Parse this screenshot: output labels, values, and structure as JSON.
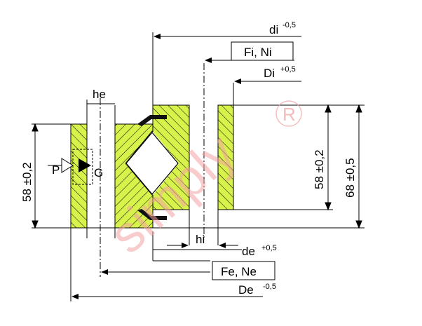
{
  "labels": {
    "di": "di",
    "di_tol": "-0,5",
    "fi_ni": "Fi, Ni",
    "Di": "Di",
    "Di_tol": "+0,5",
    "he": "he",
    "hi": "hi",
    "de": "de",
    "de_tol": "+0,5",
    "fe_ne": "Fe, Ne",
    "De": "De",
    "De_tol": "-0,5",
    "h_left": "58 ±0,2",
    "h_right_inner": "58 ±0,2",
    "h_right_outer": "68 ±0,5",
    "P": "P",
    "G": "G"
  },
  "watermark": {
    "text": "simply",
    "symbol": "®"
  },
  "colors": {
    "hatch_fill": "#d7f24a",
    "line": "#000000",
    "watermark": "#f2a3a3"
  }
}
